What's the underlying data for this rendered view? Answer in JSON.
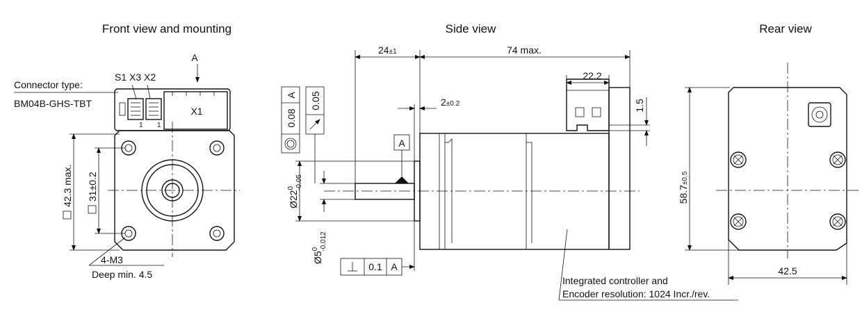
{
  "views": {
    "front_title": "Front view and mounting",
    "side_title": "Side view",
    "rear_title": "Rear view"
  },
  "front": {
    "connector_type_label": "Connector type:",
    "connector_part": "BM04B-GHS-TBT",
    "connector_ids": "S1 X3 X2",
    "x1": "X1",
    "pin1_a": "1",
    "pin1_b": "1",
    "view_marker": "A",
    "dim_square_outer": "42.3 max.",
    "dim_square_holes": "31±0.2",
    "thread": "4-M3",
    "thread_depth": "Deep min. 4.5"
  },
  "side": {
    "dim_shaft_len": "24",
    "dim_shaft_tol": "±1",
    "dim_total": "74 max.",
    "dim_conn_width": "22.2",
    "dim_conn_gap": "1.5",
    "dim_flange": "2",
    "dim_flange_tol": "±0.2",
    "tol_conc_value": "0.08",
    "tol_conc_ref": "A",
    "tol_runout_value": "0.05",
    "datum": "A",
    "dia_pilot": "Ø22",
    "dia_pilot_upper": "0",
    "dia_pilot_lower": "-0.05",
    "dia_shaft": "Ø5",
    "dia_shaft_upper": "0",
    "dia_shaft_lower": "-0.012",
    "perp_value": "0.1",
    "perp_ref": "A",
    "note_line1": "Integrated controller and",
    "note_line2": "Encoder resolution: 1024 Incr./rev."
  },
  "rear": {
    "dim_height": "58.7",
    "dim_height_tol": "±0.5",
    "dim_width": "42.5"
  }
}
